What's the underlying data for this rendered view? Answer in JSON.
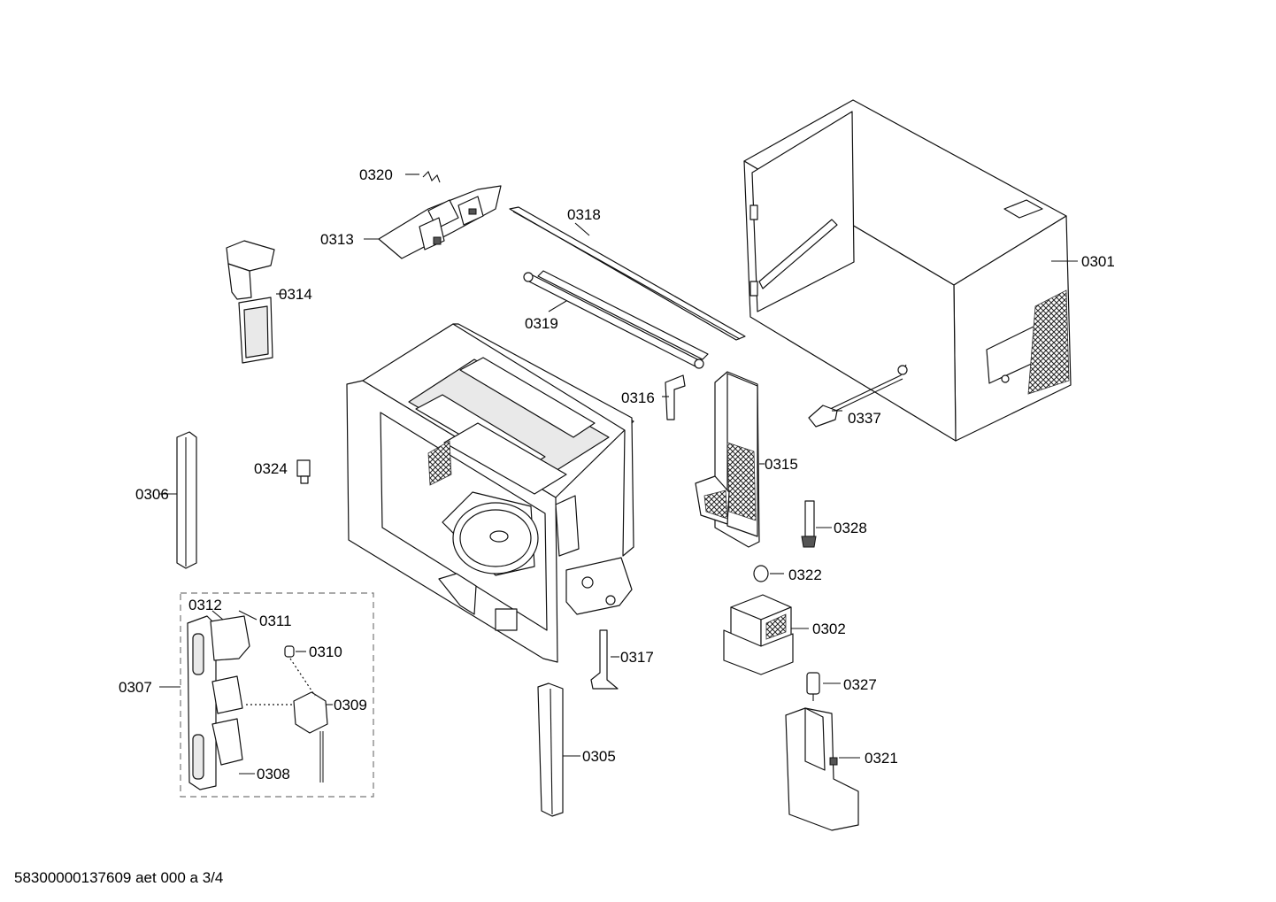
{
  "diagram": {
    "labels": {
      "p0301": "0301",
      "p0302": "0302",
      "p0305": "0305",
      "p0306": "0306",
      "p0307": "0307",
      "p0308": "0308",
      "p0309": "0309",
      "p0310": "0310",
      "p0311": "0311",
      "p0312": "0312",
      "p0313": "0313",
      "p0314": "0314",
      "p0315": "0315",
      "p0316": "0316",
      "p0317": "0317",
      "p0318": "0318",
      "p0319": "0319",
      "p0320": "0320",
      "p0321": "0321",
      "p0322": "0322",
      "p0324": "0324",
      "p0327": "0327",
      "p0328": "0328",
      "p0337": "0337"
    },
    "footer": "58300000137609 aet 000 a 3/4"
  }
}
